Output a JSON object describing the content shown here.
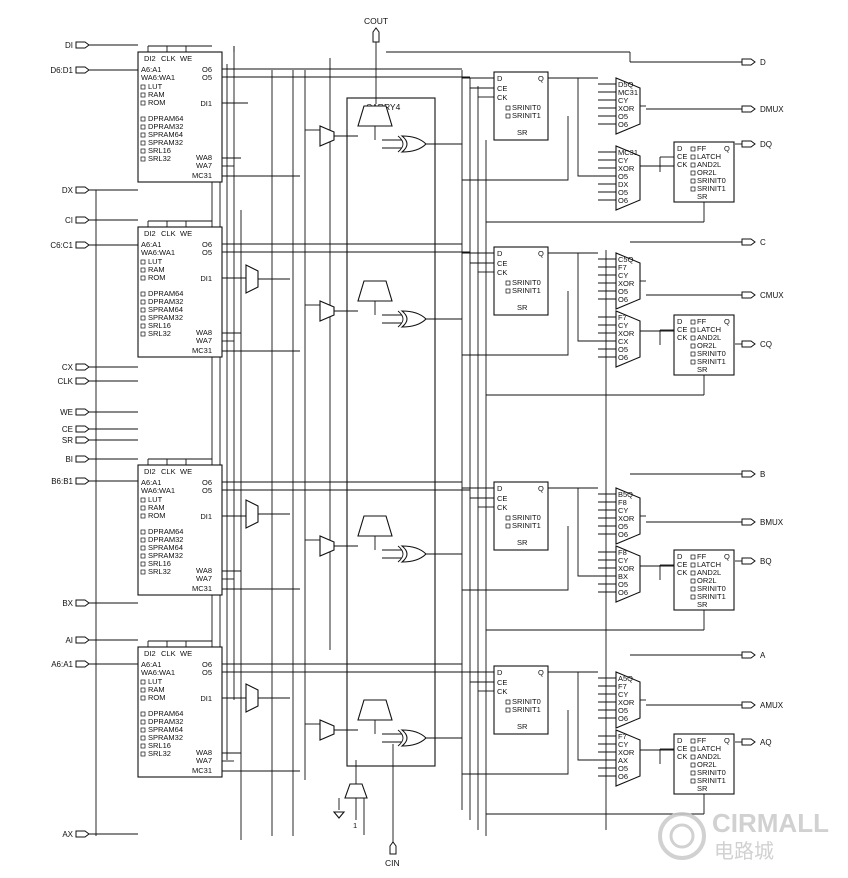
{
  "top_label": "COUT",
  "bottom_label": "CIN",
  "carry": {
    "label": "CARRY4"
  },
  "const_one": "1",
  "left_inputs": [
    {
      "label": "DI"
    },
    {
      "label": "D6:D1"
    },
    {
      "label": "DX"
    },
    {
      "label": "CI"
    },
    {
      "label": "C6:C1"
    },
    {
      "label": "CX"
    },
    {
      "label": "CLK"
    },
    {
      "label": "WE"
    },
    {
      "label": "CE"
    },
    {
      "label": "SR"
    },
    {
      "label": "BI"
    },
    {
      "label": "B6:B1"
    },
    {
      "label": "BX"
    },
    {
      "label": "AI"
    },
    {
      "label": "A6:A1"
    },
    {
      "label": "AX"
    }
  ],
  "right_outputs": [
    {
      "label": "D"
    },
    {
      "label": "DMUX"
    },
    {
      "label": "DQ"
    },
    {
      "label": "C"
    },
    {
      "label": "CMUX"
    },
    {
      "label": "CQ"
    },
    {
      "label": "B"
    },
    {
      "label": "BMUX"
    },
    {
      "label": "BQ"
    },
    {
      "label": "A"
    },
    {
      "label": "AMUX"
    },
    {
      "label": "AQ"
    }
  ],
  "lut": {
    "top": [
      "DI2",
      "CLK",
      "WE"
    ],
    "row_a": "A6:A1",
    "row_wa": "WA6:WA1",
    "out_o6": "O6",
    "out_o5": "O5",
    "di1": "DI1",
    "modes": [
      "LUT",
      "RAM",
      "ROM"
    ],
    "modes2": [
      "DPRAM64",
      "DPRAM32",
      "SPRAM64",
      "SPRAM32",
      "SRL16",
      "SRL32"
    ],
    "wa8": "WA8",
    "wa7": "WA7",
    "mc31": "MC31"
  },
  "ff1": {
    "d": "D",
    "q": "Q",
    "ce": "CE",
    "ck": "CK",
    "sr": "SR",
    "init": [
      "SRINIT0",
      "SRINIT1"
    ]
  },
  "ff2": {
    "d": "D",
    "q": "Q",
    "ce": "CE",
    "ck": "CK",
    "sr": "SR",
    "opts": [
      "FF",
      "LATCH",
      "AND2L",
      "OR2L",
      "SRINIT0",
      "SRINIT1"
    ]
  },
  "slices": [
    {
      "mux1": [
        "D5Q",
        "MC31",
        "CY",
        "XOR",
        "O5",
        "O6"
      ],
      "mux2": [
        "MC31",
        "CY",
        "XOR",
        "O5",
        "DX",
        "O5",
        "O6"
      ]
    },
    {
      "mux1": [
        "C5Q",
        "F7",
        "CY",
        "XOR",
        "O5",
        "O6"
      ],
      "mux2": [
        "F7",
        "CY",
        "XOR",
        "CX",
        "O5",
        "O6"
      ]
    },
    {
      "mux1": [
        "B5Q",
        "F8",
        "CY",
        "XOR",
        "O5",
        "O6"
      ],
      "mux2": [
        "F8",
        "CY",
        "XOR",
        "BX",
        "O5",
        "O6"
      ]
    },
    {
      "mux1": [
        "A5Q",
        "F7",
        "CY",
        "XOR",
        "O5",
        "O6"
      ],
      "mux2": [
        "F7",
        "CY",
        "XOR",
        "AX",
        "O5",
        "O6"
      ]
    }
  ],
  "watermark": {
    "brand": "CIRMALL",
    "sub": "电路城"
  }
}
